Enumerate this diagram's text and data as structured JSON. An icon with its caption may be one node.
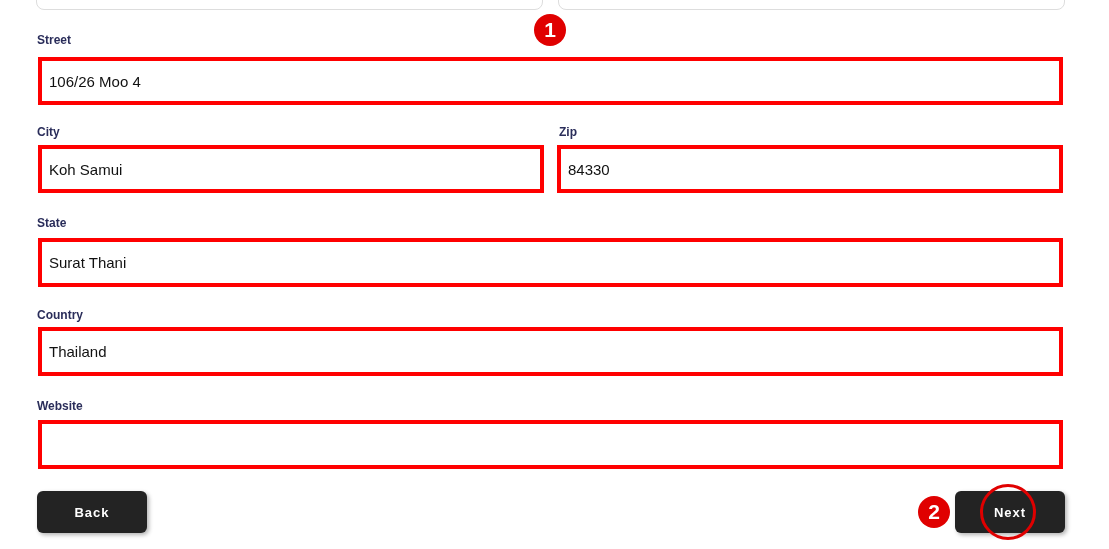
{
  "diagram": {
    "labels": [
      "Street",
      "1",
      "106/26 Moo 4",
      "City",
      "Zip",
      "Koh Samui",
      "84330",
      "State",
      "Surat Thani",
      "Country",
      "Thailand",
      "Website",
      "Back",
      "2",
      "Next"
    ]
  }
}
